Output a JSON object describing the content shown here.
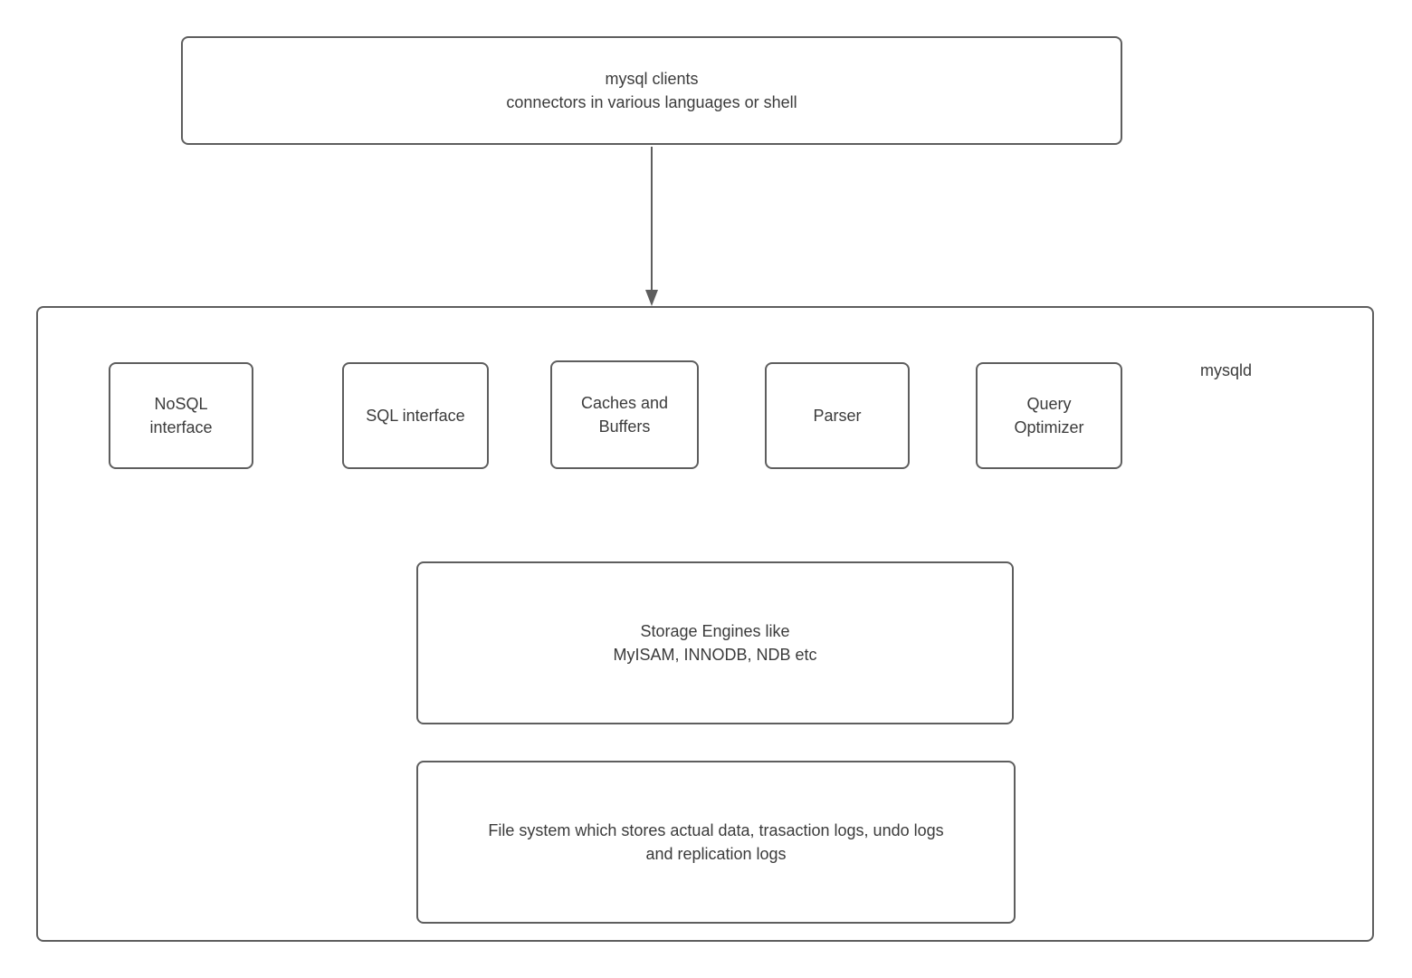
{
  "diagram": {
    "title_hint": "MySQL architecture diagram",
    "colors": {
      "border": "#5e5e5e",
      "text": "#3b3b3b",
      "background": "#ffffff"
    },
    "clients_box": {
      "label": "mysql clients\nconnectors in various languages or shell"
    },
    "container": {
      "label": "mysqld"
    },
    "components": [
      {
        "id": "nosql-interface",
        "label": "NoSQL\ninterface"
      },
      {
        "id": "sql-interface",
        "label": "SQL interface"
      },
      {
        "id": "caches-buffers",
        "label": "Caches and\nBuffers"
      },
      {
        "id": "parser",
        "label": "Parser"
      },
      {
        "id": "query-optimizer",
        "label": "Query\nOptimizer"
      }
    ],
    "storage_box": {
      "label": "Storage Engines like\nMyISAM, INNODB, NDB etc"
    },
    "filesystem_box": {
      "label": "File system which stores actual data, trasaction logs, undo logs\nand replication logs"
    }
  }
}
